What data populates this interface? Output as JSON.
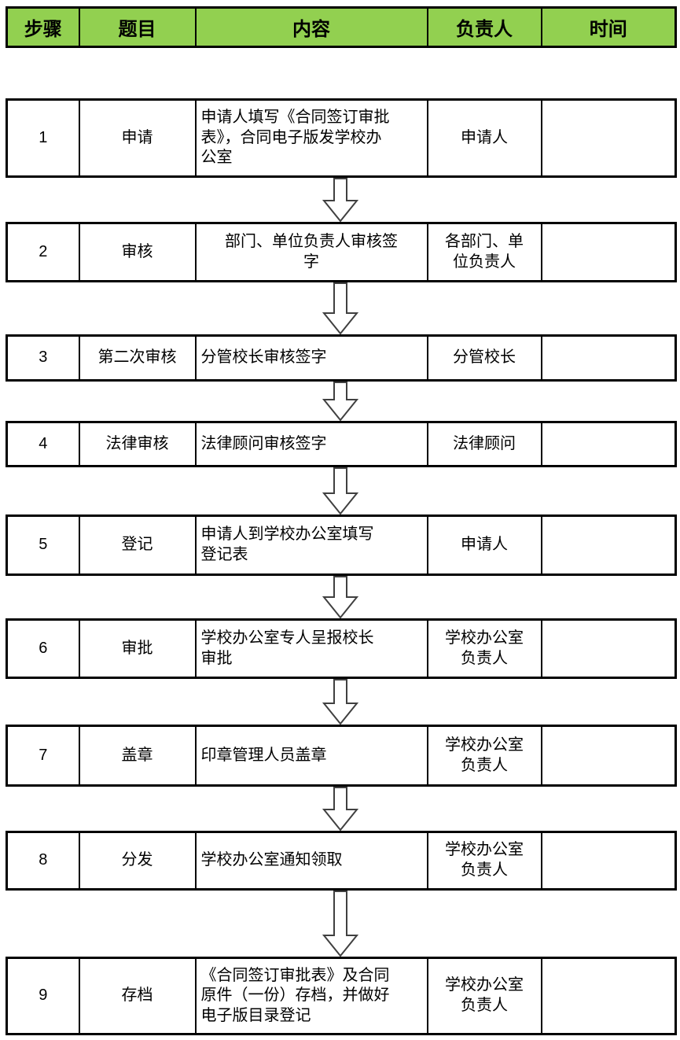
{
  "table": {
    "headers": [
      "步骤",
      "题目",
      "内容",
      "负责人",
      "时间"
    ],
    "steps": [
      {
        "step": "1",
        "title": "申请",
        "content": "申请人填写《合同签订审批\n表》，合同电子版发学校办\n公室",
        "content_align": "left",
        "owner": "申请人",
        "time": ""
      },
      {
        "step": "2",
        "title": "审核",
        "content": "部门、单位负责人审核签\n字",
        "content_align": "center",
        "owner": "各部门、单\n位负责人",
        "time": ""
      },
      {
        "step": "3",
        "title": "第二次审核",
        "content": "分管校长审核签字",
        "content_align": "left",
        "owner": "分管校长",
        "time": ""
      },
      {
        "step": "4",
        "title": "法律审核",
        "content": "法律顾问审核签字",
        "content_align": "left",
        "owner": "法律顾问",
        "time": ""
      },
      {
        "step": "5",
        "title": "登记",
        "content": "申请人到学校办公室填写\n登记表",
        "content_align": "left",
        "owner": "申请人",
        "time": ""
      },
      {
        "step": "6",
        "title": "审批",
        "content": "学校办公室专人呈报校长\n审批",
        "content_align": "left",
        "owner": "学校办公室\n负责人",
        "time": ""
      },
      {
        "step": "7",
        "title": "盖章",
        "content": "印章管理人员盖章",
        "content_align": "left",
        "owner": "学校办公室\n负责人",
        "time": ""
      },
      {
        "step": "8",
        "title": "分发",
        "content": "学校办公室通知领取",
        "content_align": "left",
        "owner": "学校办公室\n负责人",
        "time": ""
      },
      {
        "step": "9",
        "title": "存档",
        "content": "《合同签订审批表》及合同\n原件（一份）存档，并做好\n电子版目录登记",
        "content_align": "left",
        "owner": "学校办公室\n负责人",
        "time": ""
      }
    ]
  },
  "icons": {
    "arrow": "down-block-arrow"
  },
  "colors": {
    "header_bg": "#92D050",
    "border": "#000000",
    "text": "#000000",
    "arrow_outline": "#404040",
    "arrow_fill": "#ffffff"
  }
}
